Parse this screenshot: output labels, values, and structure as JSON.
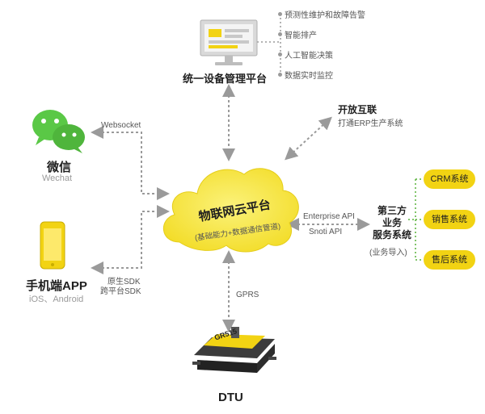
{
  "colors": {
    "accent_yellow": "#f2d313",
    "cloud_yellow": "#f7e94a",
    "wechat_green": "#5ac846",
    "arrow_gray": "#9a9a9a",
    "bracket_green": "#58b23a"
  },
  "device_platform": {
    "title": "统一设备管理平台",
    "features": [
      "预测性维护和故障告警",
      "智能排产",
      "人工智能决策",
      "数据实时监控"
    ]
  },
  "open_interconnect": {
    "title": "开放互联",
    "subtitle": "打通ERP生产系统"
  },
  "wechat": {
    "title": "微信",
    "subtitle": "Wechat",
    "link_label": "Websocket"
  },
  "mobile_app": {
    "title": "手机端APP",
    "subtitle": "iOS、Android",
    "link_label_1": "原生SDK",
    "link_label_2": "跨平台SDK"
  },
  "cloud": {
    "title": "物联网云平台",
    "subtitle": "(基础能力+数据通信管道)"
  },
  "third_party": {
    "link_label_1": "Enterprise API",
    "link_label_2": "Snoti API",
    "title_line1": "第三方",
    "title_line2": "业务",
    "title_line3": "服务系统",
    "subtitle": "(业务导入)",
    "systems": [
      "CRM系统",
      "销售系统",
      "售后系统"
    ]
  },
  "dtu": {
    "link_label": "GPRS",
    "title": "DTU",
    "model": "GR515"
  }
}
